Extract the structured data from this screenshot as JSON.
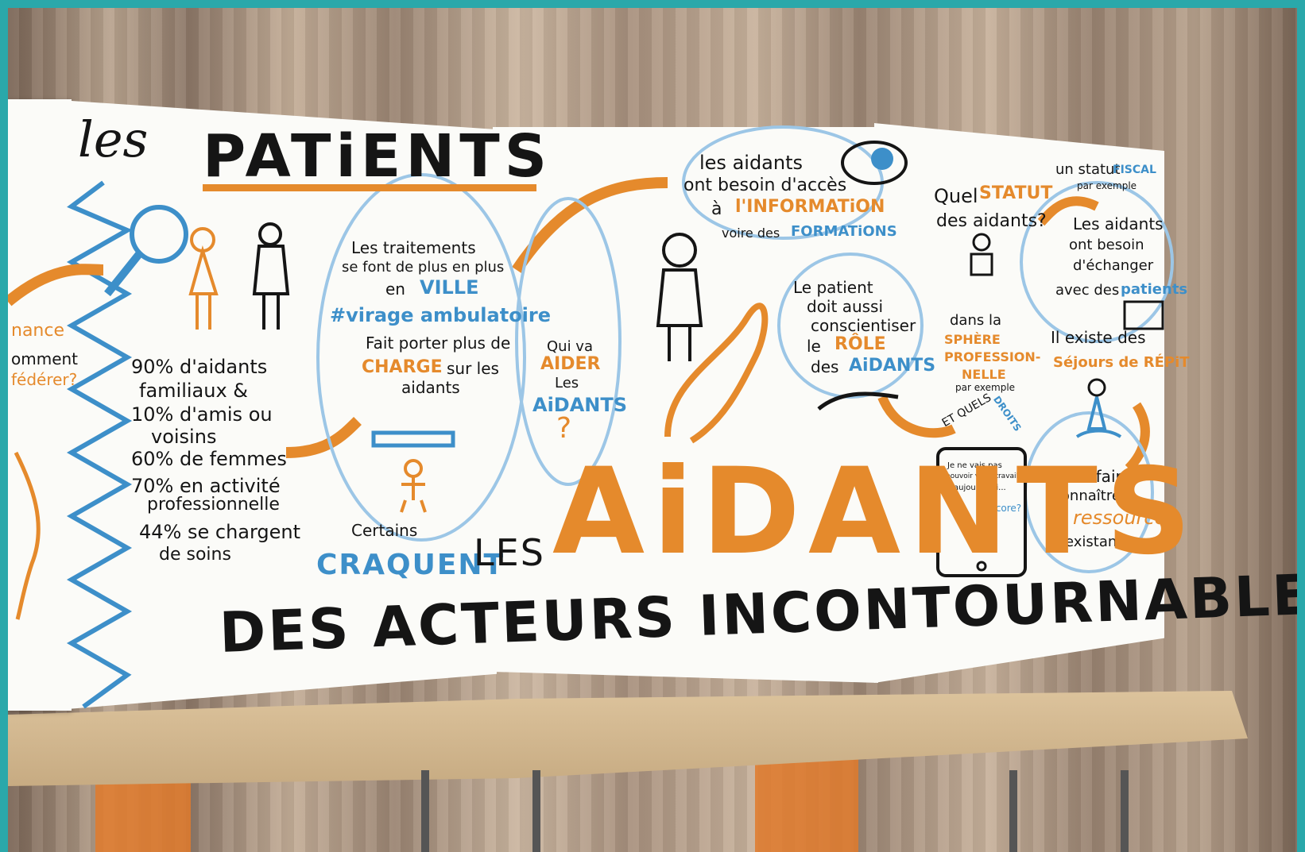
{
  "colors": {
    "frame": "#2aa8aa",
    "black": "#151515",
    "orange": "#e58a2c",
    "blue": "#3d8fc9",
    "board": "#fbfbf8"
  },
  "board": {
    "header_les": "les",
    "header_patients": "PATiENTS",
    "left_cut_1": "nance",
    "left_cut_2": "omment",
    "left_cut_3": "fédérer?",
    "stats": [
      "90% d'aidants",
      "familiaux &",
      "10% d'amis ou",
      "voisins",
      "60% de femmes",
      "70% en activité",
      "professionnelle",
      "44% se chargent",
      "de soins"
    ],
    "traitements": [
      "Les traitements",
      "se font de plus en plus",
      "en"
    ],
    "ville": "VILLE",
    "hashtag": "#virage ambulatoire",
    "fait_porter": "Fait porter plus de",
    "charge": "CHARGE",
    "sur_les": "sur les",
    "aidants_small": "aidants",
    "certains": "Certains",
    "craquent": "CRAQUENT",
    "qui_va": "Qui va",
    "aider": "AIDER",
    "les_small": "Les",
    "aidants_q": "AiDANTS",
    "qmark": "?",
    "info": [
      "les aidants",
      "ont besoin d'accès",
      "à"
    ],
    "information": "l'INFORMATiON",
    "voire": "voire des",
    "formations": "FORMATiONS",
    "patient_role": [
      "Le patient",
      "doit aussi",
      "conscientiser",
      "le"
    ],
    "role": "RÔLE",
    "des": "des",
    "aidants_role": "AiDANTS",
    "statut_q": "Quel",
    "statut": "STATUT",
    "des_aidants_q": "des aidants?",
    "statut_fiscal": "un statut",
    "fiscal": "FISCAL",
    "par_exemple": "par exemple",
    "dans_la": "dans la",
    "sphere": [
      "SPHÈRE",
      "PROFESSION-",
      "NELLE"
    ],
    "par_exemple_2": "par exemple",
    "et_quels": "ET QUELS",
    "droits": "DROITS",
    "echanger": [
      "Les aidants",
      "ont besoin",
      "d'échanger",
      "avec des"
    ],
    "patients_small": "patients",
    "existe": "Il existe des",
    "sejours": "Séjours de RÉPiT",
    "ressources": [
      "il faut faire",
      "connaître",
      "les"
    ],
    "ressources_word": "ressources",
    "existantes": "existantes",
    "tablet_msg": [
      "Je ne vais pas",
      "pouvoir venir travailler",
      "aujourd'hui..."
    ],
    "tablet_reply": "..Encore?",
    "title_les": "LES",
    "title_aidants": "AiDANTS",
    "subtitle": "DES ACTEURS INCONTOURNABLES"
  }
}
